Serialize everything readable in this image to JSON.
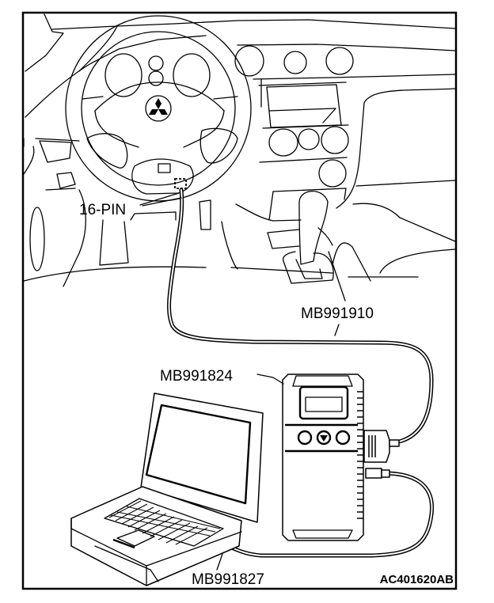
{
  "diagram": {
    "title_code": "AC401620AB",
    "colors": {
      "line": "#000000",
      "background": "#ffffff"
    },
    "components": {
      "vehicle_interior": {
        "name": "vehicle-dashboard",
        "logo": "mitsubishi-three-diamond-logo"
      },
      "connector": {
        "label": "16-PIN"
      },
      "cable_main": {
        "label": "MB991910"
      },
      "vci_unit": {
        "label": "MB991824",
        "buttons": [
          "esc-button",
          "down-arrow-button",
          "enter-button"
        ]
      },
      "laptop": {
        "name": "laptop-pc"
      },
      "usb_cable": {
        "label": "MB991827"
      }
    }
  }
}
